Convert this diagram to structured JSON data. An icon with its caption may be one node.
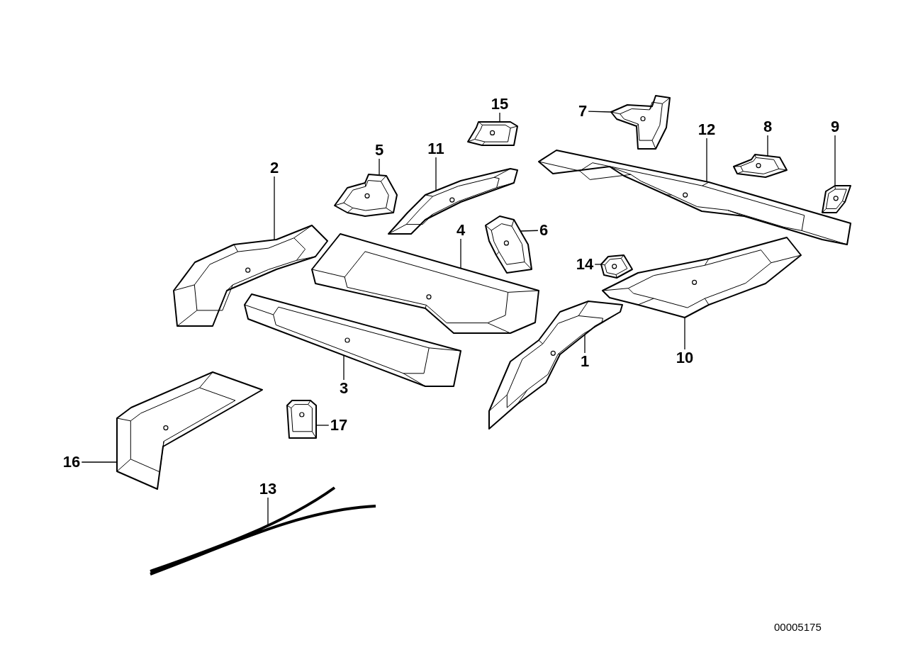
{
  "diagram": {
    "nodes": [
      {
        "text": [
          "15"
        ]
      },
      {
        "text": [],
        "shape": "picture"
      },
      {
        "text": [
          "7"
        ]
      },
      {
        "text": [],
        "shape": "picture"
      },
      {
        "text": [
          "12"
        ]
      },
      {
        "text": [],
        "shape": "picture"
      },
      {
        "text": [
          "8"
        ]
      },
      {
        "text": [],
        "shape": "picture"
      },
      {
        "text": [
          "9"
        ]
      },
      {
        "text": [],
        "shape": "picture"
      },
      {
        "text": [
          "11"
        ]
      },
      {
        "text": [],
        "shape": "picture"
      },
      {
        "text": [
          "5"
        ]
      },
      {
        "text": [],
        "shape": "picture"
      },
      {
        "text": [
          "2"
        ]
      },
      {
        "text": [],
        "shape": "picture"
      },
      {
        "text": [
          "4"
        ]
      },
      {
        "text": [],
        "shape": "picture"
      },
      {
        "text": [
          "6"
        ]
      },
      {
        "text": [],
        "shape": "picture"
      },
      {
        "text": [
          "14"
        ]
      },
      {
        "text": [],
        "shape": "picture"
      },
      {
        "text": [
          "1"
        ]
      },
      {
        "text": [],
        "shape": "picture"
      },
      {
        "text": [
          "10"
        ]
      },
      {
        "text": [],
        "shape": "picture"
      },
      {
        "text": [
          "3"
        ]
      },
      {
        "text": [],
        "shape": "picture"
      },
      {
        "text": [
          "17"
        ]
      },
      {
        "text": [],
        "shape": "picture"
      },
      {
        "text": [
          "16"
        ]
      },
      {
        "text": [],
        "shape": "picture"
      },
      {
        "text": [
          "13"
        ]
      },
      {
        "text": [],
        "shape": "picture"
      }
    ],
    "edges": [
      {
        "from": 0,
        "to": 1,
        "arrow": "none"
      },
      {
        "from": 2,
        "to": 3,
        "arrow": "none"
      },
      {
        "from": 4,
        "to": 5,
        "arrow": "none"
      },
      {
        "from": 6,
        "to": 7,
        "arrow": "none"
      },
      {
        "from": 8,
        "to": 9,
        "arrow": "none"
      },
      {
        "from": 10,
        "to": 11,
        "arrow": "none"
      },
      {
        "from": 12,
        "to": 13,
        "arrow": "none"
      },
      {
        "from": 14,
        "to": 15,
        "arrow": "none"
      },
      {
        "from": 16,
        "to": 17,
        "arrow": "none"
      },
      {
        "from": 18,
        "to": 19,
        "arrow": "none"
      },
      {
        "from": 20,
        "to": 21,
        "arrow": "none"
      },
      {
        "from": 22,
        "to": 23,
        "arrow": "none"
      },
      {
        "from": 24,
        "to": 25,
        "arrow": "none"
      },
      {
        "from": 26,
        "to": 27,
        "arrow": "none"
      },
      {
        "from": 28,
        "to": 29,
        "arrow": "none"
      },
      {
        "from": 30,
        "to": 31,
        "arrow": "none"
      },
      {
        "from": 32,
        "to": 33,
        "arrow": "none"
      }
    ],
    "labels": [
      "00005175"
    ]
  }
}
